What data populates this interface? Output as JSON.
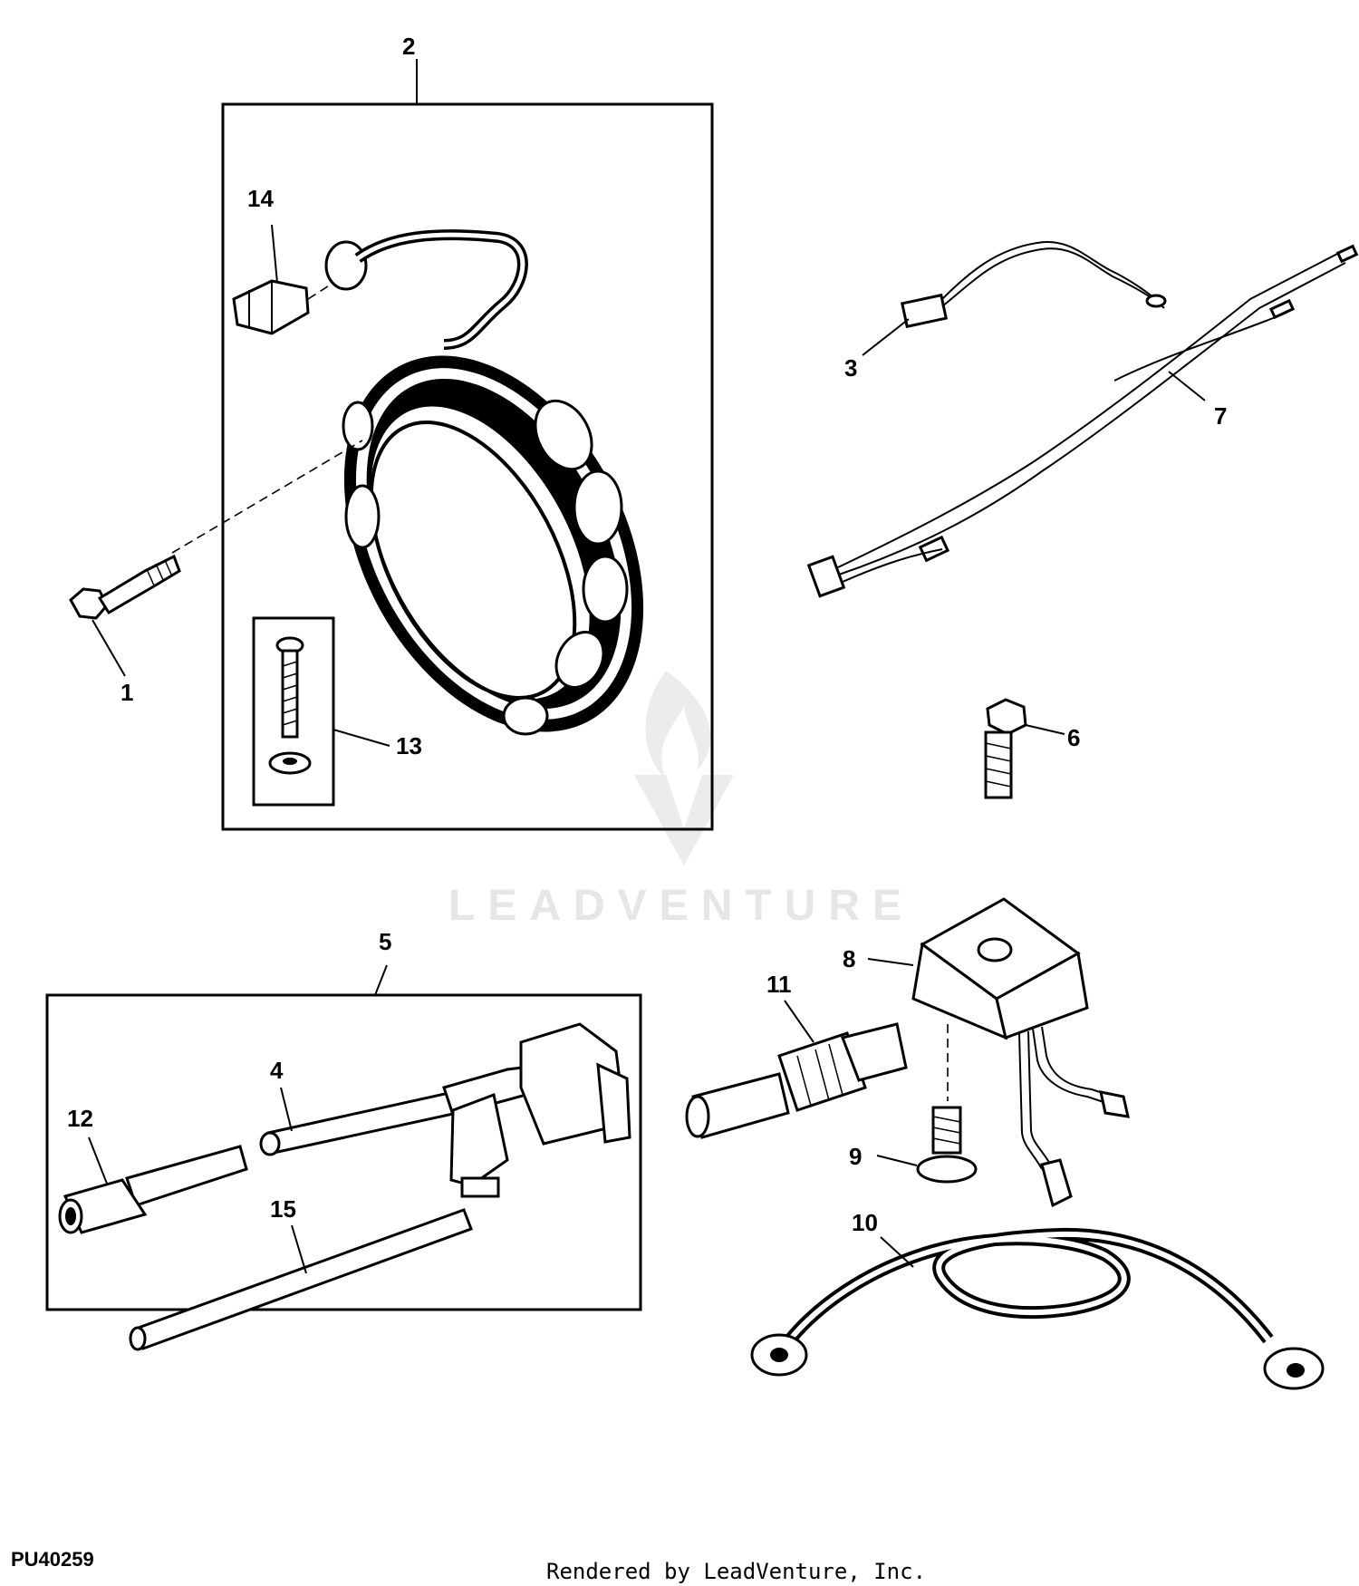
{
  "diagram": {
    "identifier": "PU40259",
    "rendered_by": "Rendered by LeadVenture, Inc.",
    "watermark": "LEADVENTURE",
    "callouts": {
      "c1": "1",
      "c2": "2",
      "c3": "3",
      "c4": "4",
      "c5": "5",
      "c6": "6",
      "c7": "7",
      "c8": "8",
      "c9": "9",
      "c10": "10",
      "c11": "11",
      "c12": "12",
      "c13": "13",
      "c14": "14",
      "c15": "15"
    }
  }
}
